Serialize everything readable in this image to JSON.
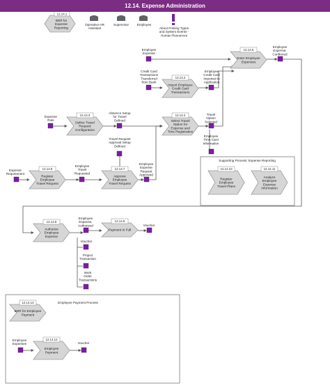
{
  "header": {
    "title": "12.14. Expense Administration",
    "color": "#7b2c83"
  },
  "colors": {
    "event": "#7b1fa2",
    "function_fill": "#d6d6d6",
    "function_stroke": "#9a9a9a",
    "role_fill": "#5f6368",
    "line": "#555555",
    "note_marker": "#7b1fa2"
  },
  "top": {
    "process_id": "12.14.1",
    "process_label": [
      "BDR for",
      "Expense",
      "Reporting"
    ],
    "roles": [
      "Operative HR",
      "Assistant",
      "Supervisor",
      "Employee"
    ],
    "note_label": [
      "About Posting Types",
      "and System Events -",
      "Human Resources"
    ]
  },
  "functions": {
    "f146": {
      "id": "12.14.6",
      "label": [
        "Enter Employee",
        "Expenses"
      ]
    },
    "f142": {
      "id": "12.14.2",
      "label": [
        "Import Employee",
        "Credit Card",
        "Transactions"
      ]
    },
    "f144": {
      "id": "12.14.4",
      "label": [
        "Select Travel",
        "Option for",
        "Expense and",
        "Time Registration"
      ]
    },
    "f143": {
      "id": "12.14.3",
      "label": [
        "Define Travel",
        "Request",
        "Configuration"
      ]
    },
    "f148": {
      "id": "12.14.8",
      "label": [
        "Register",
        "Employee",
        "Travel Request"
      ]
    },
    "f147": {
      "id": "12.14.7",
      "label": [
        "Approve",
        "Employee",
        "Travel Request"
      ]
    },
    "f149": {
      "id": "12.14.9",
      "label": [
        "Authorize",
        "Employee",
        "Expense"
      ]
    },
    "f145": {
      "id": "12.14.5",
      "label": [
        "Payment in Full"
      ]
    },
    "f1410": {
      "id": "12.14.10",
      "label": [
        "Register",
        "Employee",
        "Travel Plans"
      ]
    },
    "f1411": {
      "id": "12.14.11",
      "label": [
        "Analyze",
        "Employee",
        "Expense",
        "Information"
      ]
    },
    "f1413": {
      "id": "12.14.13",
      "label": [
        "BDR for Employee",
        "Payment"
      ]
    },
    "f1412": {
      "id": "12.14.12",
      "label": [
        "Employee",
        "Payment"
      ]
    }
  },
  "events": {
    "e_emp_expense": [
      "Employee",
      "Expense"
    ],
    "e_expense_confirmed": [
      "Employee",
      "Expense,",
      "Confirmed"
    ],
    "e_cc_trans": [
      "Credit Card",
      "Transactions",
      "Transferred",
      "from Bank"
    ],
    "e_cc_imported": [
      "Employee",
      "Credit Card",
      "Imported to",
      "Application"
    ],
    "e_travel_selected": [
      "Travel",
      "Option",
      "Selected"
    ],
    "e_time_card": [
      "Employee",
      "Time Card",
      "Information"
    ],
    "e_expense_rule": [
      "Expense",
      "Rule"
    ],
    "e_absence_setup": [
      "Absence Setup",
      "for Travel",
      "Defined"
    ],
    "e_approval_setup": [
      "Travel Request",
      "Approval Setup",
      "Defined"
    ],
    "e_expense_requirement": [
      "Expense",
      "Requirement"
    ],
    "e_travel_requested": [
      "Employee",
      "Travel",
      "Requested"
    ],
    "e_request_approved": [
      "Employee",
      "Expense",
      "Request",
      "Approved"
    ],
    "e_expense_authorized": [
      "Employee",
      "Expense,",
      "Authorized"
    ],
    "e_voucher_1": [
      "Voucher"
    ],
    "e_voucher_2": [
      "Voucher"
    ],
    "e_project_trans": [
      "Project",
      "Transaction"
    ],
    "e_work_order": [
      "Work",
      "Order",
      "Transactions"
    ],
    "e_emp_expenses_bottom": [
      "Employee",
      "Expenses"
    ],
    "e_voucher_bottom": [
      "Voucher"
    ]
  },
  "groups": {
    "supporting_title": "Supporting Process: Expense Reporting",
    "payment_title": "Employee Payment Process"
  }
}
